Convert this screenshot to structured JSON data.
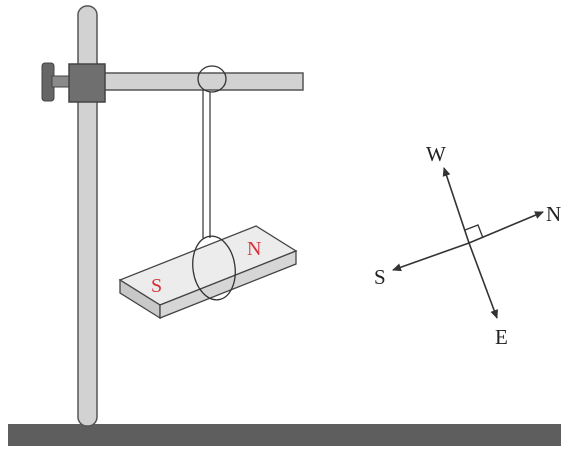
{
  "magnet": {
    "south_label": "S",
    "north_label": "N",
    "label_color": "#d9303a",
    "body_color_top": "#ececec",
    "body_color_side": "#c8c8c8"
  },
  "compass": {
    "north": "N",
    "south": "S",
    "east": "E",
    "west": "W"
  },
  "colors": {
    "stand": "#c9c9c9",
    "stand_outline": "#555555",
    "clamp": "#666666",
    "base": "#5e5e5e",
    "line": "#333333"
  }
}
